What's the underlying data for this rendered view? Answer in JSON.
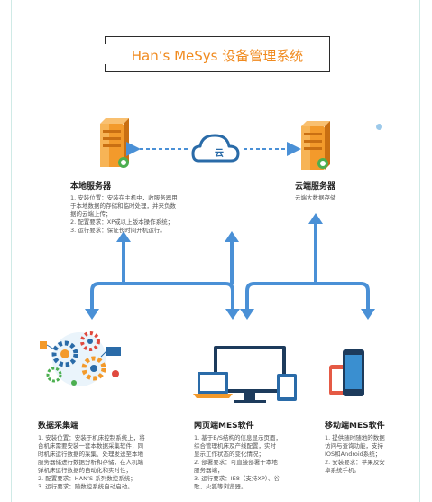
{
  "header": {
    "title": "Han’s MeSys 设备管理系统"
  },
  "cloud_link": {
    "label": "云"
  },
  "local_server": {
    "title": "本地服务器",
    "lines": [
      "1. 安装位置：安装在主机中，收服务器用",
      "于本地数据的存储和临时处理，并来负数",
      "据的云端上传；",
      "2. 配置要求：XP或以上版本操作系统；",
      "3. 运行要求：保证长时间开机运行。"
    ]
  },
  "cloud_server": {
    "title": "云端服务器",
    "lines": [
      "云端大数据存储"
    ]
  },
  "data_collection": {
    "title": "数据采集端",
    "lines": [
      "1. 安装位置：安装于机床控制系统上，将",
      "台机床需要安装一套本数据采集软件，同",
      "时机床运行数据的采集、处理发送至本地",
      "服务器储进行数据分析和存储，在人机端",
      "弹机床运行数据的自动化和实时性；",
      "2. 配置要求：HAN’S 系列数控系统；",
      "3. 运行要求：随数控系统自动启动。"
    ]
  },
  "web_mes": {
    "title": "网页端MES软件",
    "lines": [
      "1. 基于B/S结构的信息显示页面，",
      "综合管理机床及产线配置，实时",
      "显示工作状态的变化情况；",
      "2. 部署要求：可直接部署于本地",
      "服务器端；",
      "3. 运行要求：IE8（支持XP）、谷",
      "歌、火狐等浏览器。"
    ]
  },
  "mobile_mes": {
    "title": "移动端MES软件",
    "lines": [
      "1. 提供随时随地的数据",
      "访问与查询功能，支持",
      "IOS和Android系统；",
      "2. 安装要求：苹果及安",
      "卓系统手机。"
    ]
  },
  "colors": {
    "title": "#f08a1e",
    "arrow": "#4a90d6",
    "server_orange": "#f39a2b",
    "cloud_blue": "#2a6ba8"
  },
  "icons": [
    "server-icon",
    "cloud-icon",
    "desktop-monitor-icon",
    "laptop-icon",
    "tablet-icon",
    "phone-icon",
    "gear-cluster-icon"
  ]
}
